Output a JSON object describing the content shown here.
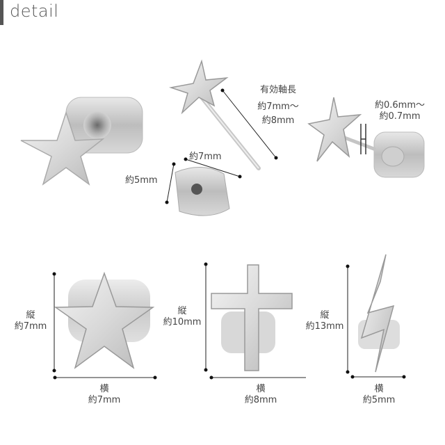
{
  "header": {
    "title": "detail"
  },
  "callouts": {
    "post_length": {
      "title": "有効軸長",
      "line1": "約7mm〜",
      "line2": "約8mm"
    },
    "post_thickness": {
      "line1": "約0.6mm〜",
      "line2": "約0.7mm"
    },
    "back_width": {
      "text": "約7mm"
    },
    "back_height": {
      "text": "約5mm"
    }
  },
  "products": [
    {
      "name": "star",
      "height_label": "縦",
      "height": "約7mm",
      "width_label": "横",
      "width": "約7mm"
    },
    {
      "name": "cross",
      "height_label": "縦",
      "height": "約10mm",
      "width_label": "横",
      "width": "約8mm"
    },
    {
      "name": "lightning",
      "height_label": "縦",
      "height": "約13mm",
      "width_label": "横",
      "width": "約5mm"
    }
  ],
  "colors": {
    "header_bar": "#555555",
    "text": "#444444",
    "metal_light": "#e6e6e6",
    "metal_dark": "#9a9a9a",
    "dim_line": "#333333"
  }
}
